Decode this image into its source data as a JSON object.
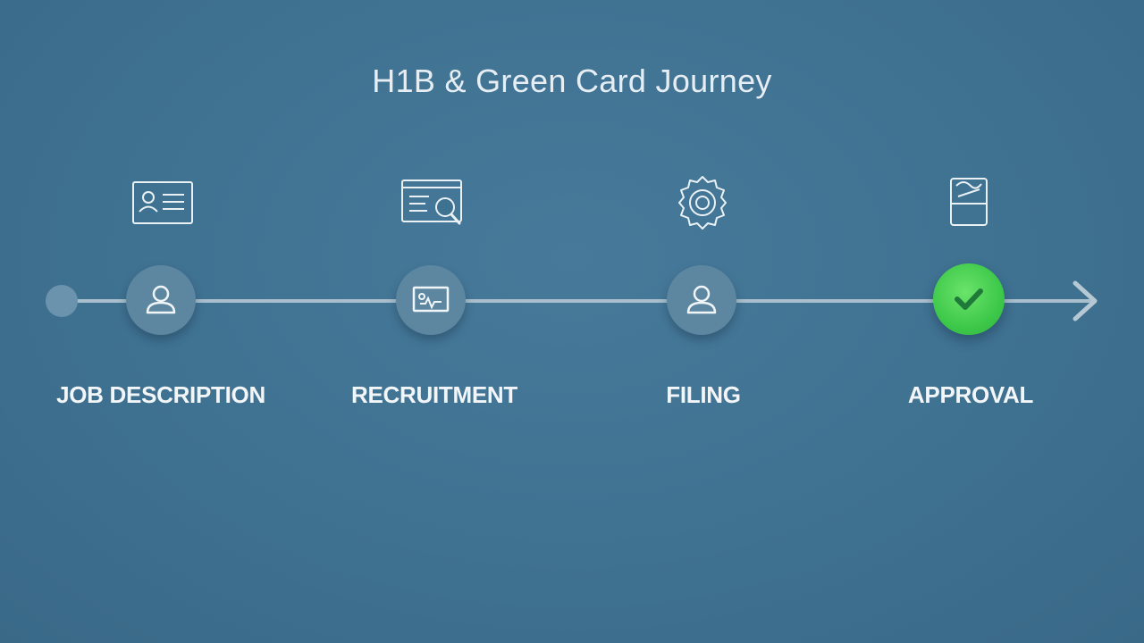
{
  "title": "H1B & Green Card Journey",
  "steps": [
    {
      "label": "JOB DESCRIPTION",
      "top_icon": "id-card-icon",
      "node_icon": "person-icon",
      "status": "pending"
    },
    {
      "label": "RECRUITMENT",
      "top_icon": "folder-search-icon",
      "node_icon": "monitor-icon",
      "status": "pending"
    },
    {
      "label": "FILING",
      "top_icon": "gear-seal-icon",
      "node_icon": "person-icon",
      "status": "pending"
    },
    {
      "label": "APPROVAL",
      "top_icon": "document-icon",
      "node_icon": "check-icon",
      "status": "completed"
    }
  ],
  "colors": {
    "background": "#3f7191",
    "line": "#a9bfcd",
    "node": "#5d86a1",
    "completed": "#3ec94b",
    "text": "#f2f6f8"
  }
}
